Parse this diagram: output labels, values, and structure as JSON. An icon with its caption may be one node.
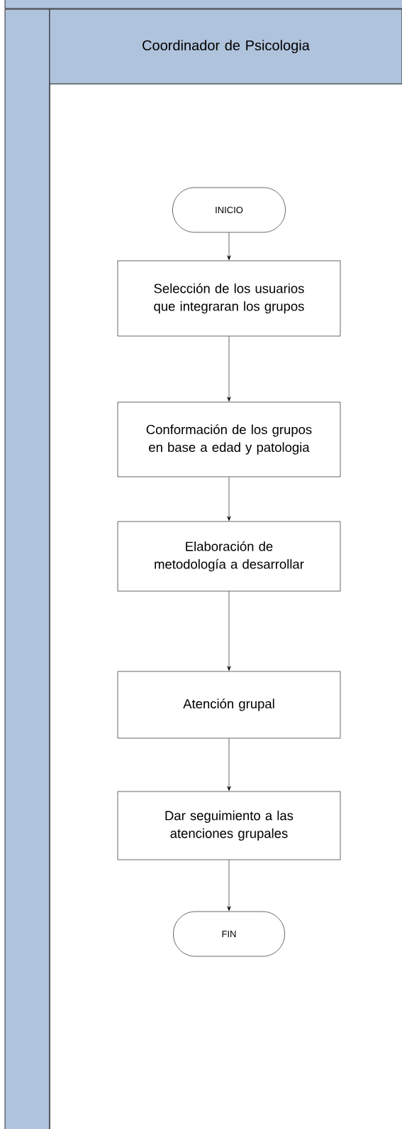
{
  "diagram": {
    "nodes": [
      {
        "text": [
          "Coordinador de Psicologia"
        ]
      },
      {
        "text": [
          "INICIO"
        ]
      },
      {
        "text": [
          "Selección de los usuarios que integraran los grupos"
        ]
      },
      {
        "text": [
          "Conformación de los grupos en base a edad y patologia"
        ]
      },
      {
        "text": [
          "Elaboración de metodología a desarrollar"
        ]
      },
      {
        "text": [
          "Atención grupal"
        ]
      },
      {
        "text": [
          "Dar seguimiento a las atenciones grupales"
        ]
      },
      {
        "text": [
          "FIN"
        ]
      }
    ],
    "edges": [
      {
        "from": 1,
        "to": 2,
        "arrow": "to"
      },
      {
        "from": 2,
        "to": 3,
        "arrow": "to"
      },
      {
        "from": 3,
        "to": 4,
        "arrow": "to"
      },
      {
        "from": 4,
        "to": 5,
        "arrow": "to"
      },
      {
        "from": 5,
        "to": 6,
        "arrow": "to"
      },
      {
        "from": 6,
        "to": 7,
        "arrow": "to"
      }
    ]
  }
}
